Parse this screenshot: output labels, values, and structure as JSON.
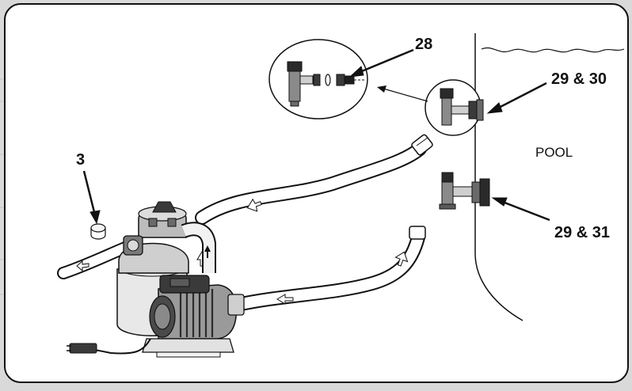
{
  "callouts": {
    "c28": "28",
    "c29_30": "29 & 30",
    "c29_31": "29 & 31",
    "c3": "3"
  },
  "pool_label": "POOL",
  "colors": {
    "background": "#d9d9d9",
    "panel": "#ffffff",
    "outline": "#111111",
    "dark_part": "#2a2a2a",
    "mid_part": "#8a8a8a",
    "light_part": "#cfcfcf"
  }
}
